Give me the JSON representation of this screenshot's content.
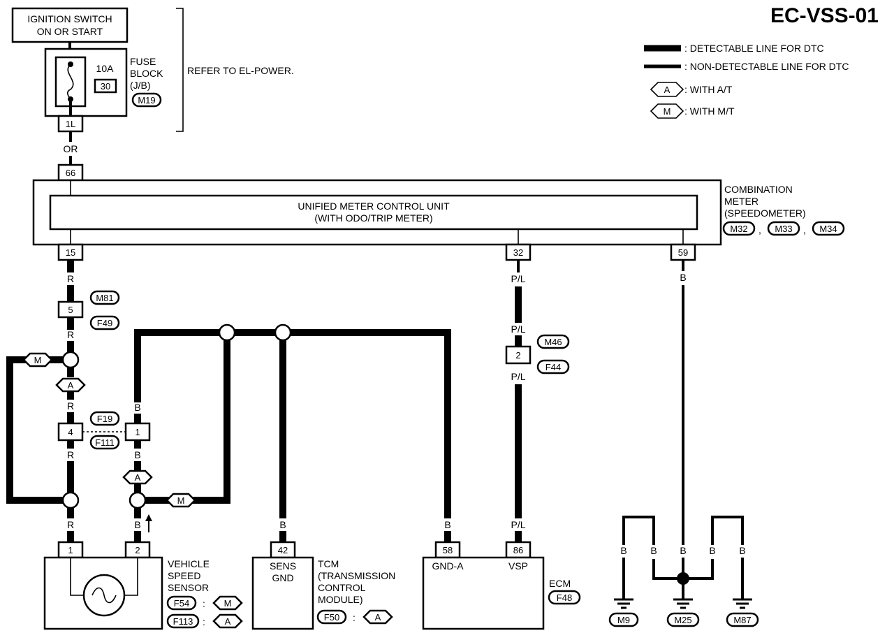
{
  "title": "EC-VSS-01",
  "legend": {
    "detectable": ": DETECTABLE LINE FOR DTC",
    "non_detectable": ": NON-DETECTABLE LINE FOR DTC",
    "at_tag": "A",
    "at_text": ": WITH A/T",
    "mt_tag": "M",
    "mt_text": ": WITH M/T"
  },
  "ignition": {
    "line1": "IGNITION SWITCH",
    "line2": "ON OR START"
  },
  "fuse": {
    "amp": "10A",
    "num": "30",
    "label1": "FUSE",
    "label2": "BLOCK",
    "label3": "(J/B)",
    "conn": "M19",
    "terminal": "1L",
    "refer": "REFER TO EL-POWER."
  },
  "meter": {
    "label1": "COMBINATION",
    "label2": "METER",
    "label3": "(SPEEDOMETER)",
    "conn1": "M32",
    "conn2": "M33",
    "conn3": "M34",
    "sep": ",",
    "inner1": "UNIFIED METER CONTROL UNIT",
    "inner2": "(WITH ODO/TRIP METER)",
    "t66": "66",
    "t15": "15",
    "t32": "32",
    "t59": "59"
  },
  "wires": {
    "or": "OR",
    "r": "R",
    "b": "B",
    "pl": "P/L"
  },
  "connectors": {
    "m81": "M81",
    "f49": "F49",
    "t5": "5",
    "f19": "F19",
    "f111": "F111",
    "t4": "4",
    "t1": "1",
    "m46": "M46",
    "f44": "F44",
    "t2": "2"
  },
  "vss": {
    "label1": "VEHICLE",
    "label2": "SPEED",
    "label3": "SENSOR",
    "t1": "1",
    "t2": "2",
    "conn_mt": "F54",
    "conn_at": "F113",
    "colon": ":"
  },
  "tcm": {
    "terminal": "42",
    "box1": "SENS",
    "box2": "GND",
    "label1": "TCM",
    "label2": "(TRANSMISSION",
    "label3": "CONTROL",
    "label4": "MODULE)",
    "conn": "F50",
    "colon": ":"
  },
  "ecm": {
    "t58": "58",
    "t86": "86",
    "gnd_a": "GND-A",
    "vsp": "VSP",
    "label": "ECM",
    "conn": "F48"
  },
  "grounds": {
    "g1": "M9",
    "g2": "M25",
    "g3": "M87"
  }
}
